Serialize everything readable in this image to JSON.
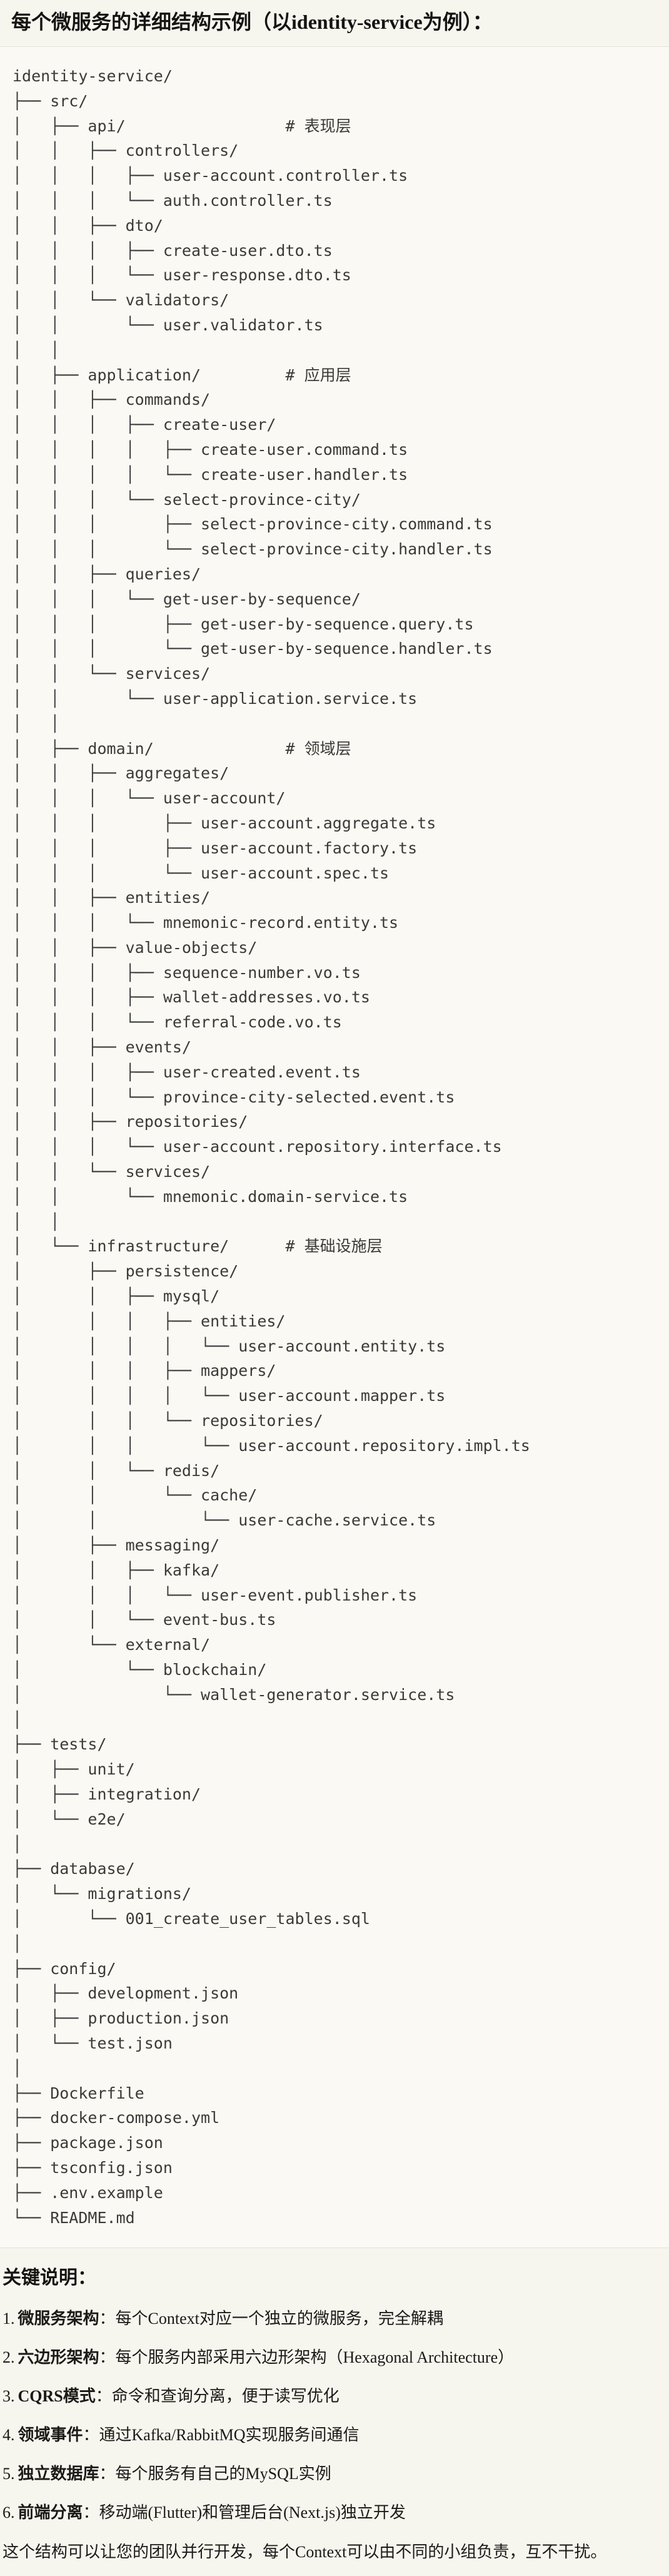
{
  "title": "每个微服务的详细结构示例（以identity-service为例）：",
  "colors": {
    "page_bg": "#f6f5ee",
    "code_bg": "#faf9f4",
    "code_border": "#e4e2d8",
    "text_primary": "#1b1a17",
    "tree_text": "#3b3a36"
  },
  "file_tree": {
    "root": "identity-service/",
    "layer_comments": [
      "# 表现层",
      "# 应用层",
      "# 领域层",
      "# 基础设施层"
    ],
    "lines": [
      "identity-service/",
      "├── src/",
      "│   ├── api/                 # 表现层",
      "│   │   ├── controllers/",
      "│   │   │   ├── user-account.controller.ts",
      "│   │   │   └── auth.controller.ts",
      "│   │   ├── dto/",
      "│   │   │   ├── create-user.dto.ts",
      "│   │   │   └── user-response.dto.ts",
      "│   │   └── validators/",
      "│   │       └── user.validator.ts",
      "│   │",
      "│   ├── application/         # 应用层",
      "│   │   ├── commands/",
      "│   │   │   ├── create-user/",
      "│   │   │   │   ├── create-user.command.ts",
      "│   │   │   │   └── create-user.handler.ts",
      "│   │   │   └── select-province-city/",
      "│   │   │       ├── select-province-city.command.ts",
      "│   │   │       └── select-province-city.handler.ts",
      "│   │   ├── queries/",
      "│   │   │   └── get-user-by-sequence/",
      "│   │   │       ├── get-user-by-sequence.query.ts",
      "│   │   │       └── get-user-by-sequence.handler.ts",
      "│   │   └── services/",
      "│   │       └── user-application.service.ts",
      "│   │",
      "│   ├── domain/              # 领域层",
      "│   │   ├── aggregates/",
      "│   │   │   └── user-account/",
      "│   │   │       ├── user-account.aggregate.ts",
      "│   │   │       ├── user-account.factory.ts",
      "│   │   │       └── user-account.spec.ts",
      "│   │   ├── entities/",
      "│   │   │   └── mnemonic-record.entity.ts",
      "│   │   ├── value-objects/",
      "│   │   │   ├── sequence-number.vo.ts",
      "│   │   │   ├── wallet-addresses.vo.ts",
      "│   │   │   └── referral-code.vo.ts",
      "│   │   ├── events/",
      "│   │   │   ├── user-created.event.ts",
      "│   │   │   └── province-city-selected.event.ts",
      "│   │   ├── repositories/",
      "│   │   │   └── user-account.repository.interface.ts",
      "│   │   └── services/",
      "│   │       └── mnemonic.domain-service.ts",
      "│   │",
      "│   └── infrastructure/      # 基础设施层",
      "│       ├── persistence/",
      "│       │   ├── mysql/",
      "│       │   │   ├── entities/",
      "│       │   │   │   └── user-account.entity.ts",
      "│       │   │   ├── mappers/",
      "│       │   │   │   └── user-account.mapper.ts",
      "│       │   │   └── repositories/",
      "│       │   │       └── user-account.repository.impl.ts",
      "│       │   └── redis/",
      "│       │       └── cache/",
      "│       │           └── user-cache.service.ts",
      "│       ├── messaging/",
      "│       │   ├── kafka/",
      "│       │   │   └── user-event.publisher.ts",
      "│       │   └── event-bus.ts",
      "│       └── external/",
      "│           └── blockchain/",
      "│               └── wallet-generator.service.ts",
      "│",
      "├── tests/",
      "│   ├── unit/",
      "│   ├── integration/",
      "│   └── e2e/",
      "│",
      "├── database/",
      "│   └── migrations/",
      "│       └── 001_create_user_tables.sql",
      "│",
      "├── config/",
      "│   ├── development.json",
      "│   ├── production.json",
      "│   └── test.json",
      "│",
      "├── Dockerfile",
      "├── docker-compose.yml",
      "├── package.json",
      "├── tsconfig.json",
      "├── .env.example",
      "└── README.md"
    ]
  },
  "notes": {
    "heading": "关键说明：",
    "items": [
      {
        "number": "1.",
        "label": "微服务架构",
        "text": "：每个Context对应一个独立的微服务，完全解耦"
      },
      {
        "number": "2.",
        "label": "六边形架构",
        "text": "：每个服务内部采用六边形架构（Hexagonal Architecture）"
      },
      {
        "number": "3.",
        "label": "CQRS模式",
        "text": "：命令和查询分离，便于读写优化"
      },
      {
        "number": "4.",
        "label": "领域事件",
        "text": "：通过Kafka/RabbitMQ实现服务间通信"
      },
      {
        "number": "5.",
        "label": "独立数据库",
        "text": "：每个服务有自己的MySQL实例"
      },
      {
        "number": "6.",
        "label": "前端分离",
        "text": "：移动端(Flutter)和管理后台(Next.js)独立开发"
      }
    ]
  },
  "closing": "这个结构可以让您的团队并行开发，每个Context可以由不同的小组负责，互不干扰。"
}
